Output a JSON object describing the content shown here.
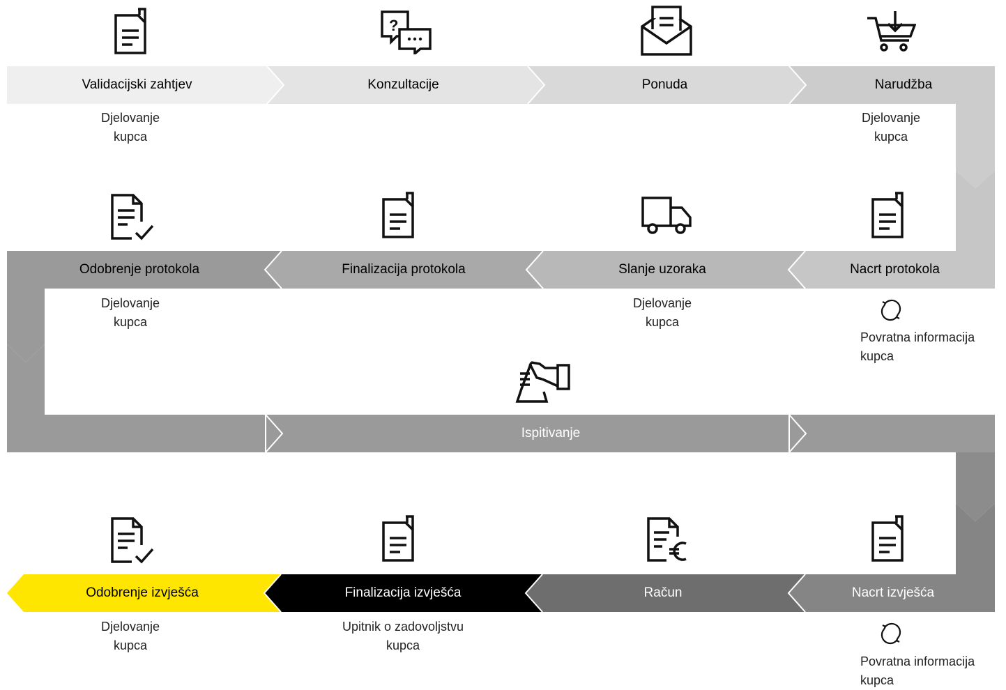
{
  "colors": {
    "row1": [
      "#efefef",
      "#e4e4e4",
      "#d9d9d9",
      "#cccccc"
    ],
    "connector_right_1": "#cccccc",
    "row2": [
      "#9a9a9a",
      "#a9a9a9",
      "#b8b8b8",
      "#c6c6c6"
    ],
    "connector_left": "#9a9a9a",
    "row3": "#9a9a9a",
    "connector_right_2": "#8c8c8c",
    "row4": [
      "#ffe600",
      "#000000",
      "#6e6e6e",
      "#858585"
    ],
    "icon": "#111111"
  },
  "stages": {
    "s1": {
      "label": "Validacijski zahtjev",
      "icon": "document-icon"
    },
    "s2": {
      "label": "Konzultacije",
      "icon": "chat-icon"
    },
    "s3": {
      "label": "Ponuda",
      "icon": "envelope-icon"
    },
    "s4": {
      "label": "Narudžba",
      "icon": "cart-icon"
    },
    "s5": {
      "label": "Nacrt protokola",
      "icon": "document-icon"
    },
    "s6": {
      "label": "Slanje uzoraka",
      "icon": "truck-icon"
    },
    "s7": {
      "label": "Finalizacija protokola",
      "icon": "document-icon"
    },
    "s8": {
      "label": "Odobrenje protokola",
      "icon": "document-check-icon"
    },
    "s9": {
      "label": "Ispitivanje",
      "icon": "lab-hand-icon"
    },
    "s10": {
      "label": "Nacrt izvješća",
      "icon": "document-icon"
    },
    "s11": {
      "label": "Račun",
      "icon": "invoice-euro-icon"
    },
    "s12": {
      "label": "Finalizacija izvješća",
      "icon": "document-icon"
    },
    "s13": {
      "label": "Odobrenje izvješća",
      "icon": "document-check-icon"
    }
  },
  "notes": {
    "customer_action": {
      "line1": "Djelovanje",
      "line2": "kupca"
    },
    "customer_feedback": {
      "line1": "Povratna informacija",
      "line2": "kupca"
    },
    "satisfaction_survey": {
      "line1": "Upitnik o zadovoljstvu",
      "line2": "kupca"
    }
  }
}
